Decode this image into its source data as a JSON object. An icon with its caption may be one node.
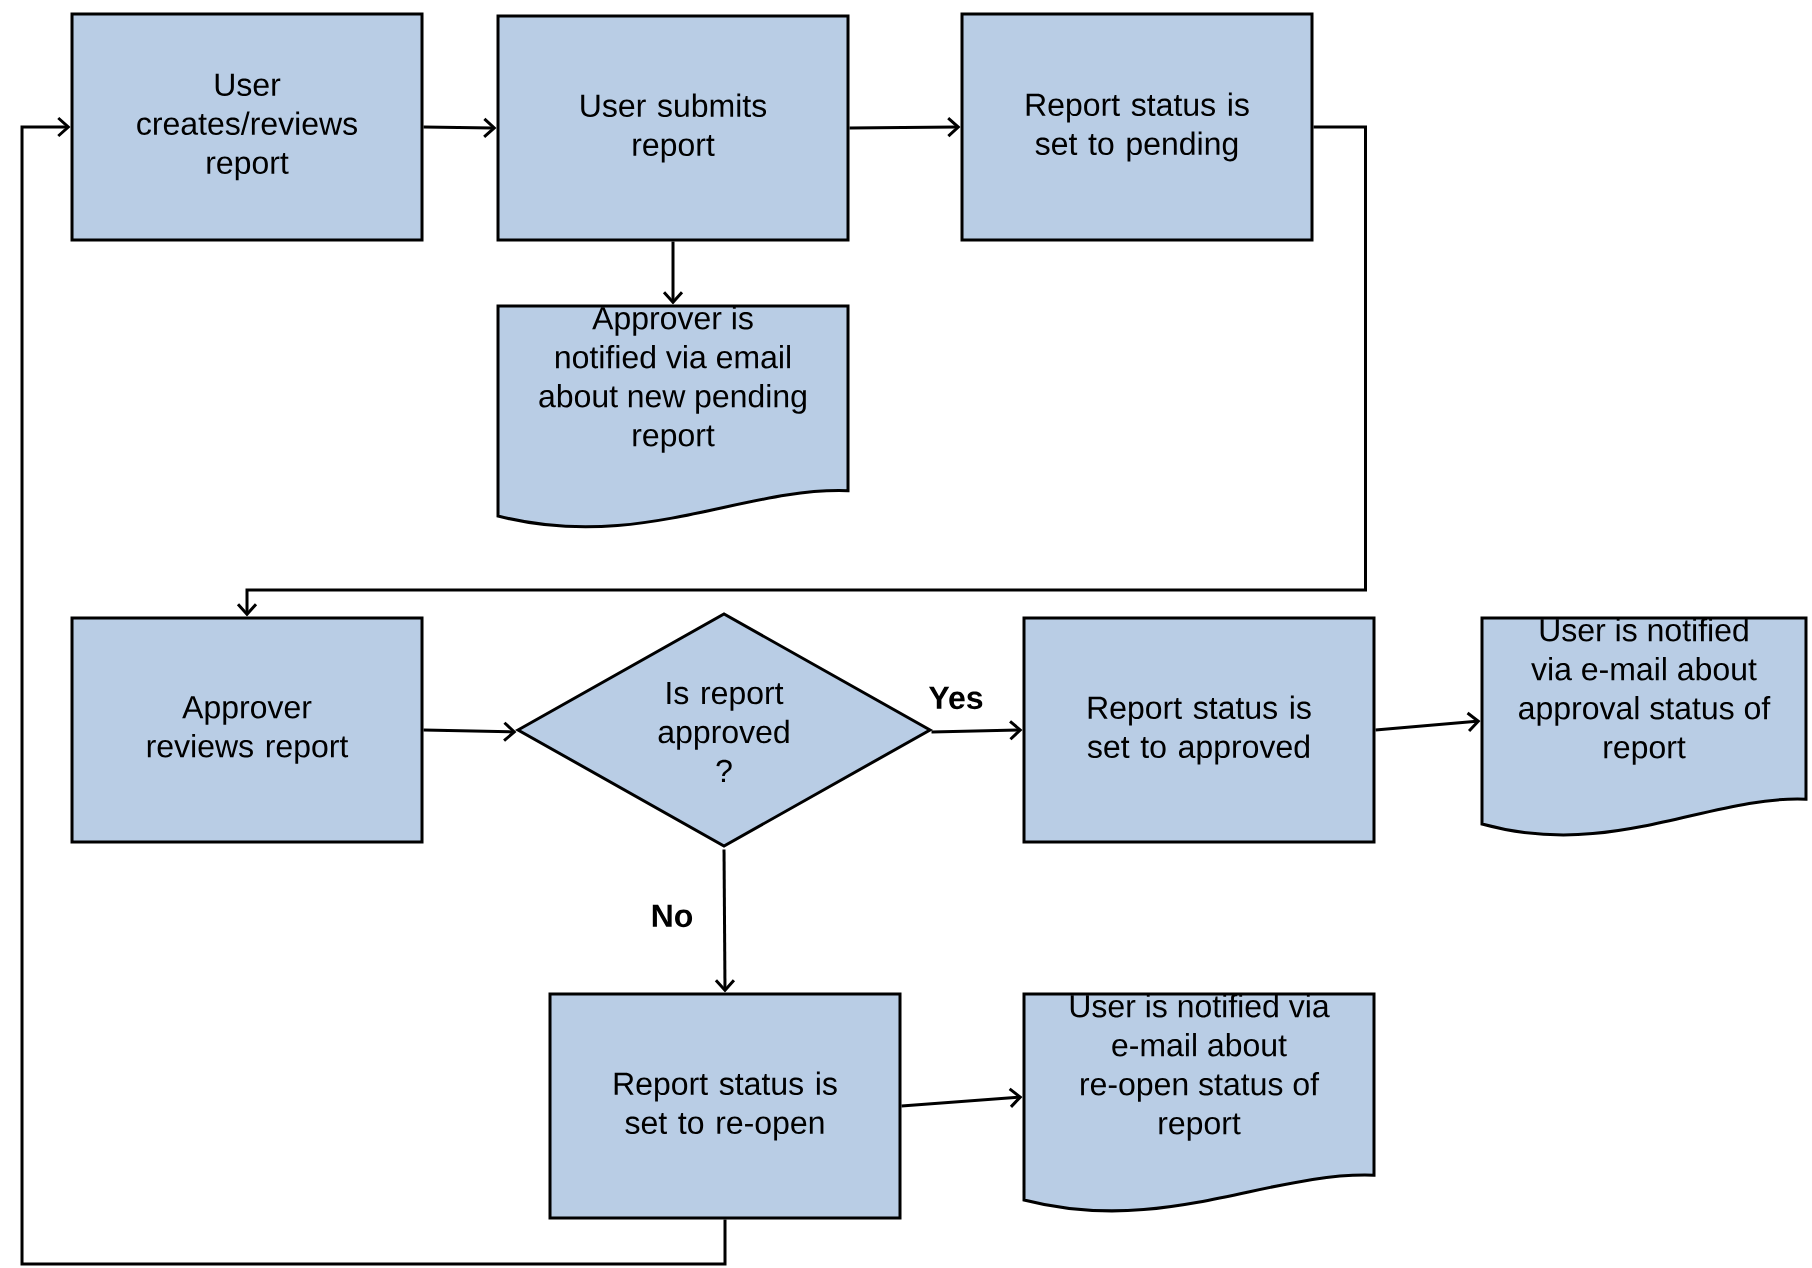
{
  "diagram": {
    "nodes": [
      {
        "text": [
          "User creates/reviews report"
        ]
      },
      {
        "text": [
          "User submits report"
        ]
      },
      {
        "text": [
          "Report status is set to pending"
        ]
      },
      {
        "text": [
          "Approver is notified via email about new pending report"
        ]
      },
      {
        "text": [
          "Approver reviews report"
        ]
      },
      {
        "text": [
          "Is report approved ?"
        ]
      },
      {
        "text": [
          "Report status is set to approved"
        ]
      },
      {
        "text": [
          "User is notified via e-mail about approval status of report"
        ]
      },
      {
        "text": [
          "Report status is set to re-open"
        ]
      },
      {
        "text": [
          "User is notified via e-mail about re-open status of report"
        ]
      }
    ],
    "edges": [
      {
        "from": 0,
        "to": 1,
        "arrow": "to"
      },
      {
        "from": 1,
        "to": 2,
        "arrow": "to"
      },
      {
        "from": 1,
        "to": 3,
        "arrow": "to"
      },
      {
        "from": 2,
        "to": 4,
        "arrow": "to"
      },
      {
        "from": 4,
        "to": 5,
        "arrow": "to"
      },
      {
        "from": 5,
        "to": 6,
        "arrow": "to",
        "label": "Yes"
      },
      {
        "from": 6,
        "to": 7,
        "arrow": "to"
      },
      {
        "from": 5,
        "to": 8,
        "arrow": "to",
        "label": "No"
      },
      {
        "from": 8,
        "to": 9,
        "arrow": "to"
      },
      {
        "from": 8,
        "to": 0,
        "arrow": "to"
      }
    ]
  }
}
